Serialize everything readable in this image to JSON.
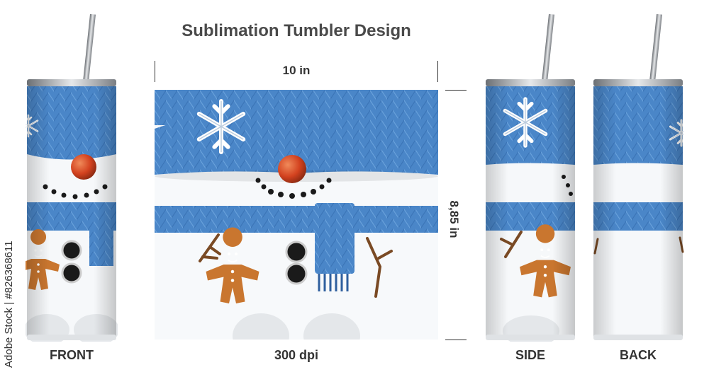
{
  "title": "Sublimation Tumbler Design",
  "dimensions": {
    "width": "10 in",
    "height": "8,85 in",
    "resolution": "300 dpi"
  },
  "views": {
    "front": "FRONT",
    "side": "SIDE",
    "back": "BACK"
  },
  "credit": "Adobe Stock | #826368611",
  "colors": {
    "knit_blue": "#4a86c8",
    "knit_dark": "#2f5f9e",
    "nose": "#d3421f",
    "gingerbread": "#c9762f",
    "steel": "#9a9ea3"
  },
  "icons": [
    "snowflake-icon",
    "gingerbread-icon",
    "straw-icon",
    "twig-arm-icon"
  ]
}
